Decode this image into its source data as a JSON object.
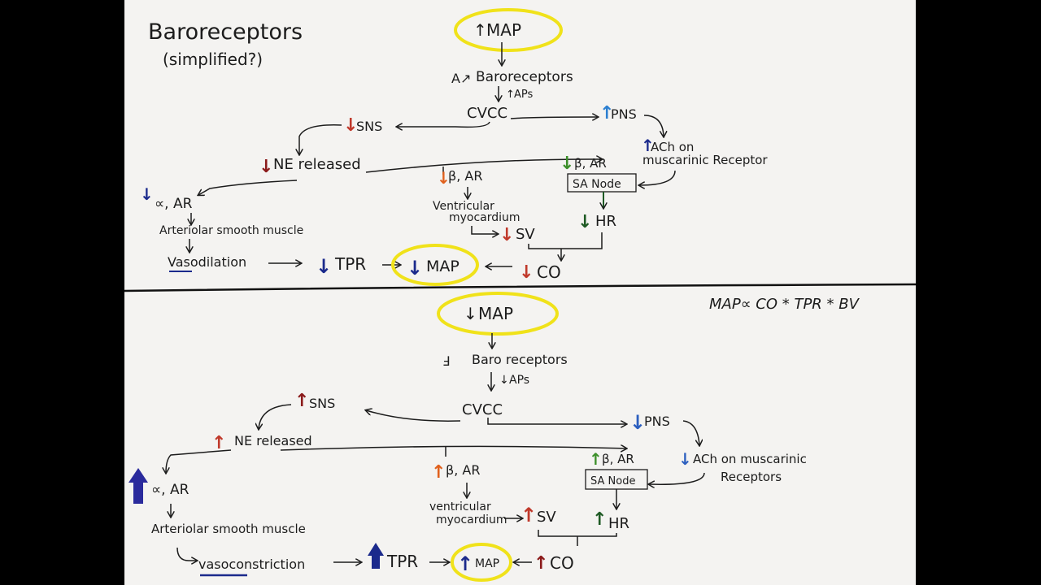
{
  "title": "Baroreceptors",
  "subtitle": "(simplified?)",
  "formula": "MAP∝ CO * TPR * BV",
  "colors": {
    "paper": "#f4f3f1",
    "ink": "#1c1c1c",
    "highlight": "#f0e21a",
    "red": "#c0392b",
    "dark_red": "#8b1a1a",
    "blue": "#2c5fbf",
    "navy": "#1b2a8c",
    "green": "#3c8f2a",
    "dark_green": "#1e5a24",
    "orange": "#e0601c"
  },
  "top": {
    "map": "MAP",
    "baroreceptors": "Baroreceptors",
    "aps": "APs",
    "cvcc": "CVCC",
    "sns": "SNS",
    "pns": "PNS",
    "ne": "NE released",
    "ach_1": "ACh on",
    "ach_2": "muscarinic Receptor",
    "alpha": "∝, AR",
    "beta_v": "β, AR",
    "beta_sa": "β, AR",
    "sa_node": "SA Node",
    "arteriolar": "Arteriolar smooth muscle",
    "ventricular_1": "Ventricular",
    "ventricular_2": "myocardium",
    "hr": "HR",
    "sv": "SV",
    "vaso": "Vasodilation",
    "tpr": "TPR",
    "map_result": "MAP",
    "co": "CO"
  },
  "bottom": {
    "map": "MAP",
    "baroreceptors": "Baro receptors",
    "aps": "APs",
    "cvcc": "CVCC",
    "sns": "SNS",
    "pns": "PNS",
    "ne": "NE released",
    "ach_1": "ACh on muscarinic",
    "ach_2": "Receptors",
    "alpha": "∝, AR",
    "beta_v": "β, AR",
    "beta_sa": "β, AR",
    "sa_node": "SA Node",
    "arteriolar": "Arteriolar smooth muscle",
    "ventricular_1": "ventricular",
    "ventricular_2": "myocardium",
    "hr": "HR",
    "sv": "SV",
    "vaso": "vasoconstriction",
    "tpr": "TPR",
    "map_result": "MAP",
    "co": "CO"
  }
}
